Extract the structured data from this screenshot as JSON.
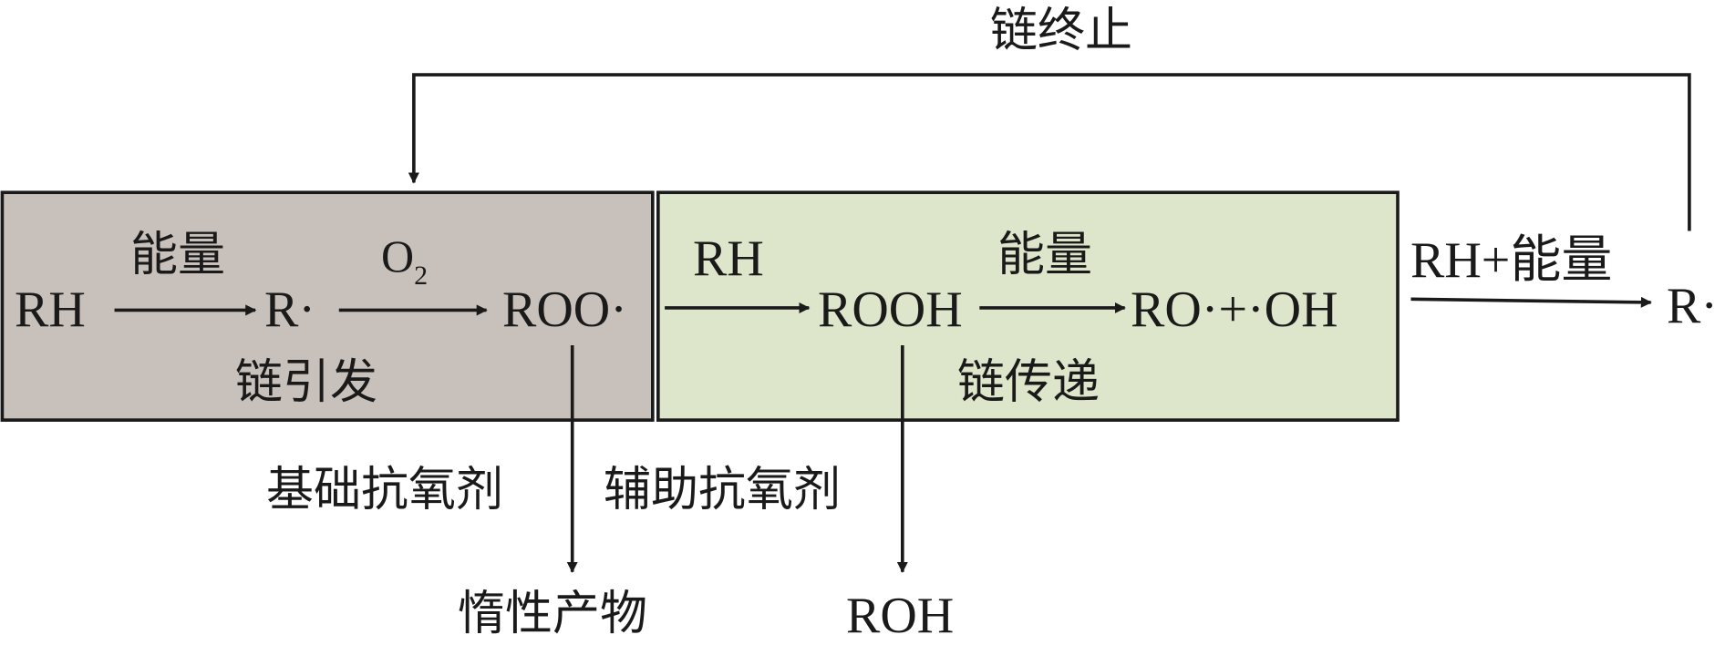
{
  "colors": {
    "initiation_box_fill": "#c8c0bb",
    "propagation_box_fill": "#dde6ca",
    "stroke": "#1a1a1a"
  },
  "title": "链终止",
  "initiation": {
    "label": "链引发",
    "species_rh": "RH",
    "energy": "能量",
    "radical_r": "R·",
    "oxygen_main": "O",
    "oxygen_sub": "2",
    "peroxy": "ROO·"
  },
  "propagation": {
    "label": "链传递",
    "input_rh": "RH",
    "hydroperoxide": "ROOH",
    "energy": "能量",
    "products": "RO·+·OH"
  },
  "outside": {
    "rh_energy": "RH+能量",
    "radical_r": "R·"
  },
  "antioxidants": {
    "primary": "基础抗氧剂",
    "primary_product": "惰性产物",
    "secondary": "辅助抗氧剂",
    "secondary_product": "ROH"
  }
}
